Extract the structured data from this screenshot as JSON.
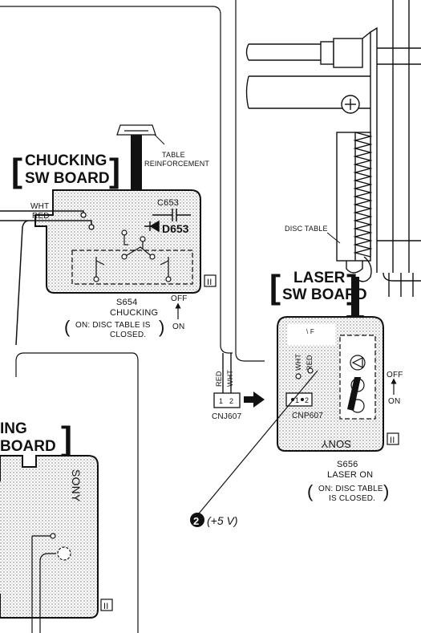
{
  "chucking_board": {
    "title_line1": "CHUCKING",
    "title_line2": "SW BOARD",
    "table_reinforcement_line1": "TABLE",
    "table_reinforcement_line2": "REINFORCEMENT",
    "wht": "WHT",
    "red": "RED",
    "c653": "C653",
    "d653": "D653",
    "board_mark": "II",
    "switch_id": "S654",
    "switch_name": "CHUCKING",
    "state_line1": "ON: DISC TABLE IS",
    "state_line2": "CLOSED.",
    "off": "OFF",
    "on": "ON"
  },
  "laser_board": {
    "title_line1": "LASER",
    "title_line2": "SW BOARD",
    "disc_table": "DISC TABLE",
    "wht": "WHT",
    "red": "RED",
    "cnp607": "CNP607",
    "pin1": "1",
    "pin2": "2",
    "sony": "SONY",
    "board_mark": "II",
    "switch_id": "S656",
    "switch_name": "LASER ON",
    "state_line1": "ON: DISC TABLE",
    "state_line2": "IS CLOSED.",
    "off": "OFF",
    "on": "ON"
  },
  "connector": {
    "red": "RED",
    "wht": "WHT",
    "pin1": "1",
    "pin2": "2",
    "name": "CNJ607"
  },
  "voltage_marker": {
    "number": "2",
    "label": "(+5 V)"
  },
  "partial_board": {
    "title_line1": "ING",
    "title_line2": "BOARD",
    "sony": "SONY",
    "board_mark": "II"
  }
}
